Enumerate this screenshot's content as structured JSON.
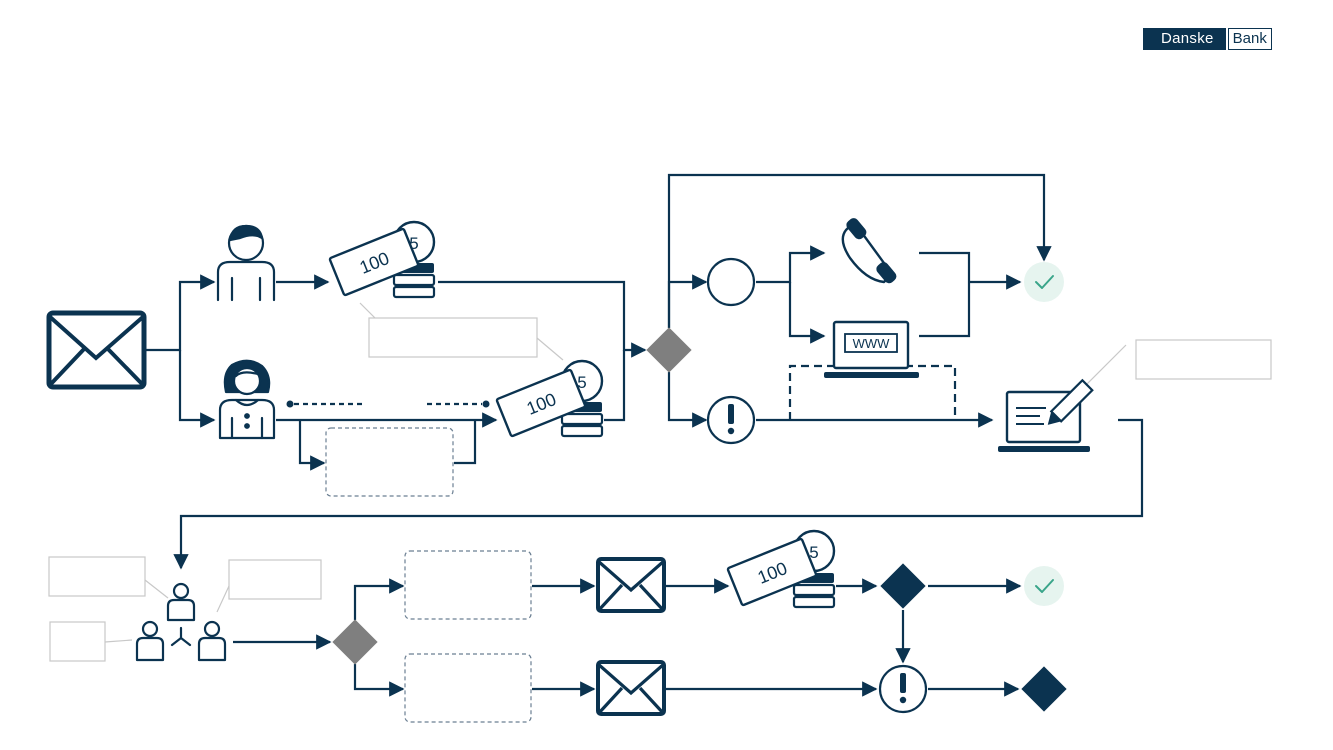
{
  "brand": {
    "name_dark": "Danske",
    "name_light": "Bank"
  },
  "notes": {
    "money_100": "100",
    "coin_5": "5",
    "www_label": "WWW"
  },
  "colors": {
    "navy": "#0b3350",
    "gray_decision": "#7f7f7f",
    "success": "#3aa58a",
    "success_bg": "#e6f4ef"
  }
}
